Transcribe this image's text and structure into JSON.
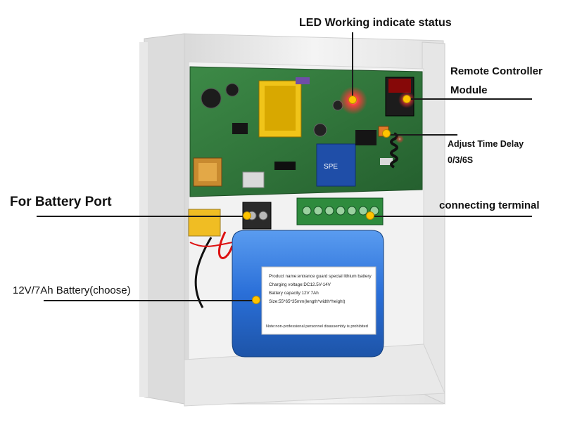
{
  "callouts": {
    "led_status": "LED Working indicate status",
    "remote_line1": "Remote Controller",
    "remote_line2": "Module",
    "adjust_line1": "Adjust Time Delay",
    "adjust_line2": "0/3/6S",
    "battery_port": "For Battery Port",
    "terminal": "connecting terminal",
    "battery": "12V/7Ah Battery(choose)"
  },
  "battery_label": {
    "line1": "Product name:entrance guard special lithium battery",
    "line2": "Charging voltage:DC12.5V-14V",
    "line3": "Battery capacity:12V  7Ah",
    "line4": "Size:55*65*35mm(length*width*height)",
    "line5": "Note:non-professional personnel disassembly is prohibited"
  },
  "relay_text": "SPE",
  "colors": {
    "housing": "#ececec",
    "pcb": "#2f7a3c",
    "battery": "#2a6fd8",
    "terminal": "#2e8b3d",
    "led": "#ff2b2b",
    "callout_dot": "#ffc400"
  }
}
